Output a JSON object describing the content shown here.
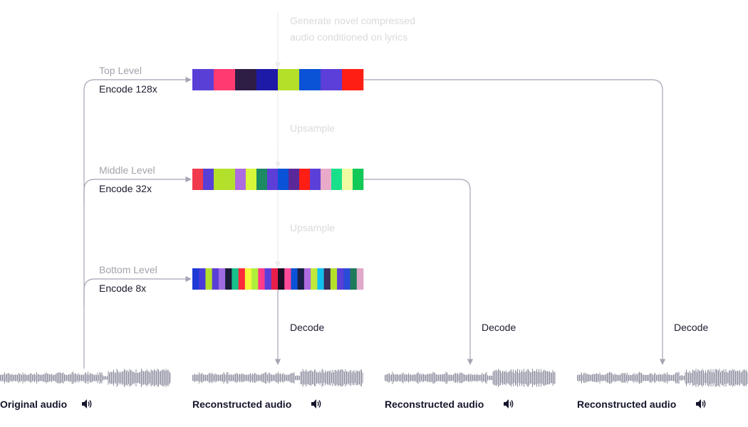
{
  "top_note": {
    "line1": "Generate novel compressed",
    "line2": "audio conditioned on lyrics"
  },
  "levels": [
    {
      "name": "Top Level",
      "encode": "Encode 128x",
      "colors": [
        "#5a3fd6",
        "#ff3b72",
        "#2e1d45",
        "#1d1aa8",
        "#b5e02a",
        "#0a52d6",
        "#5b3fd8",
        "#ff1e14"
      ]
    },
    {
      "name": "Middle Level",
      "encode": "Encode 32x",
      "colors": [
        "#f13a4e",
        "#5a3fd6",
        "#b5e02a",
        "#b2e02c",
        "#ad6be0",
        "#d8f63a",
        "#1c8a63",
        "#5d3ed7",
        "#0a52d6",
        "#5a2899",
        "#ff1e14",
        "#5c3fd9",
        "#e9a9c9",
        "#18e08a",
        "#f0faa0",
        "#12c958"
      ]
    },
    {
      "name": "Bottom Level",
      "encode": "Encode 8x",
      "colors": [
        "#1d3ad6",
        "#4a3ad8",
        "#b5e02a",
        "#5a3fd6",
        "#9e6be0",
        "#1c1c3a",
        "#18c08a",
        "#ff2a3a",
        "#f2f83a",
        "#aef03a",
        "#ff3b8a",
        "#5c3fd9",
        "#e81e4a",
        "#1a0f25",
        "#ff4a9a",
        "#0a52d6",
        "#1a1f45",
        "#ad6be0",
        "#c0e83a",
        "#12c0f0",
        "#3a2d5a",
        "#b5e02a",
        "#5a3fd6",
        "#2a4ad8",
        "#1e7a58",
        "#e0a9c9"
      ]
    }
  ],
  "upsample_labels": [
    "Upsample",
    "Upsample"
  ],
  "decode_label": "Decode",
  "audio_clips": [
    {
      "label": "Original audio",
      "icon": "speaker-icon"
    },
    {
      "label": "Reconstructed audio",
      "icon": "speaker-icon"
    },
    {
      "label": "Reconstructed audio",
      "icon": "speaker-icon"
    },
    {
      "label": "Reconstructed audio",
      "icon": "speaker-icon"
    }
  ],
  "colors": {
    "connector": "#a5a5b5",
    "waveform": "#8f8fa0",
    "muted_text": "#a3a3ab",
    "faint_text": "#dadade",
    "dark_text": "#1b1b2e"
  }
}
